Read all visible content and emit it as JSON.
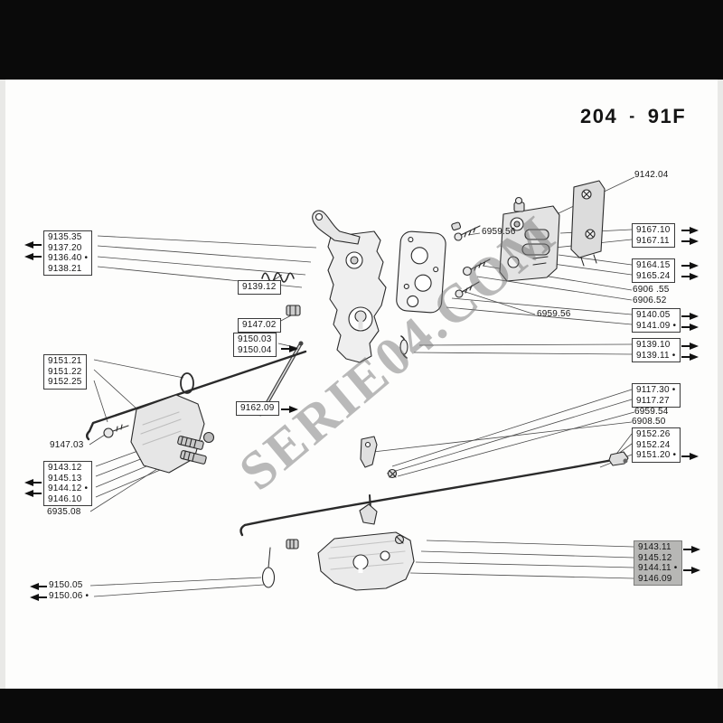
{
  "page": {
    "header_num": "204",
    "header_sep": "-",
    "header_code": "91F",
    "watermark": "SERIE04.COM"
  },
  "colors": {
    "scan_bar": "#0a0a0a",
    "page_bg": "#fdfdfc",
    "watermark_gray": "#767676"
  },
  "labels": {
    "left_top": [
      "9135.35",
      "9137.20",
      "9136.40 •",
      "9138.21"
    ],
    "l_9151": [
      "9151.21",
      "9151.22",
      "9152.25"
    ],
    "l_9147_03": "9147.03",
    "l_lower": [
      "9143.12",
      "9145.13",
      "9144.12 •",
      "9146.10"
    ],
    "l_6935": "6935.08",
    "b_9150_05": "9150.05",
    "b_9150_06": "9150.06 •",
    "mid_9139_12": "9139.12",
    "mid_9147_02": "9147.02",
    "mid_9150": [
      "9150.03",
      "9150.04"
    ],
    "mid_9162": "9162.09",
    "screw_top": "6959.56",
    "screw_mid": "6959.56",
    "top_right": "9142.04",
    "r_9167": [
      "9167.10",
      "9167.11"
    ],
    "r_9164": [
      "9164.15",
      "9165.24"
    ],
    "r_6906": [
      "6906 .55",
      "6906.52"
    ],
    "r_9140": [
      "9140.05",
      "9141.09 •"
    ],
    "r_9139": [
      "9139.10",
      "9139.11 •"
    ],
    "r_9117": [
      "9117.30 •",
      "9117.27"
    ],
    "r_6959_54": "6959.54",
    "r_6908_50": "6908.50",
    "r_9152": [
      "9152.26",
      "9152.24",
      "9151.20 •"
    ],
    "r_gray": [
      "9143.11",
      "9145.12",
      "9144.11 •",
      "9146.09"
    ]
  }
}
